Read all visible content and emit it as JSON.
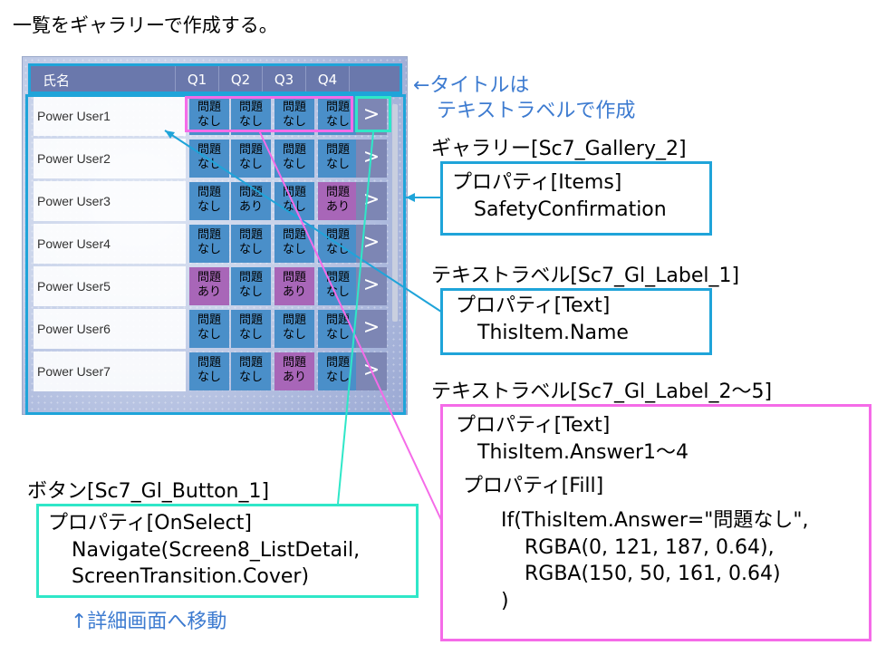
{
  "page_title": "一覧をギャラリーで作成する。",
  "gallery": {
    "headers": [
      "氏名",
      "Q1",
      "Q2",
      "Q3",
      "Q4"
    ],
    "rows": [
      {
        "name": "Power User1",
        "answers": [
          "問題なし",
          "問題なし",
          "問題なし",
          "問題なし"
        ],
        "fills": [
          "ok",
          "ok",
          "ok",
          "ok"
        ]
      },
      {
        "name": "Power User2",
        "answers": [
          "問題なし",
          "問題なし",
          "問題なし",
          "問題なし"
        ],
        "fills": [
          "ok",
          "ok",
          "ok",
          "ok"
        ]
      },
      {
        "name": "Power User3",
        "answers": [
          "問題なし",
          "問題あり",
          "問題なし",
          "問題あり"
        ],
        "fills": [
          "ok",
          "ok",
          "ok",
          "ng"
        ]
      },
      {
        "name": "Power User4",
        "answers": [
          "問題なし",
          "問題なし",
          "問題なし",
          "問題なし"
        ],
        "fills": [
          "ok",
          "ok",
          "ok",
          "ok"
        ]
      },
      {
        "name": "Power User5",
        "answers": [
          "問題あり",
          "問題なし",
          "問題あり",
          "問題なし"
        ],
        "fills": [
          "ng",
          "ok",
          "ng",
          "ok"
        ]
      },
      {
        "name": "Power User6",
        "answers": [
          "問題なし",
          "問題なし",
          "問題なし",
          "問題なし"
        ],
        "fills": [
          "ok",
          "ok",
          "ok",
          "ok"
        ]
      },
      {
        "name": "Power User7",
        "answers": [
          "問題なし",
          "問題なし",
          "問題あり",
          "問題なし"
        ],
        "fills": [
          "ok",
          "ok",
          "ng",
          "ok"
        ]
      }
    ],
    "button_glyph": ">",
    "colors": {
      "ok": "#4a8fc9",
      "ng": "#a866b8",
      "header": "#6a78ac"
    }
  },
  "annotations": {
    "title_note_line1": "←タイトルは",
    "title_note_line2": "テキストラベルで作成",
    "gallery_label": "ギャラリー[Sc7_Gallery_2]",
    "gallery_prop": "プロパティ[Items]",
    "gallery_value": "SafetyConfirmation",
    "label1_label": "テキストラベル[Sc7_Gl_Label_1]",
    "label1_prop": "プロパティ[Text]",
    "label1_value": "ThisItem.Name",
    "label2_label": "テキストラベル[Sc7_Gl_Label_2～5]",
    "label2_prop_text": "プロパティ[Text]",
    "label2_value_text": "ThisItem.Answer1～4",
    "label2_prop_fill": "プロパティ[Fill]",
    "label2_fill_lines": [
      "If(ThisItem.Answer=\"問題なし\",",
      "RGBA(0, 121, 187, 0.64),",
      "RGBA(150, 50, 161, 0.64)",
      ")"
    ],
    "button_label": "ボタン[Sc7_Gl_Button_1]",
    "button_prop": "プロパティ[OnSelect]",
    "button_value_line1": "Navigate(Screen8_ListDetail,",
    "button_value_line2": "ScreenTransition.Cover)",
    "button_note": "↑詳細画面へ移動"
  },
  "accent_colors": {
    "blue": "#1fa4d9",
    "teal": "#2fe7c8",
    "pink": "#f56be8",
    "note": "#3d7bd0"
  }
}
